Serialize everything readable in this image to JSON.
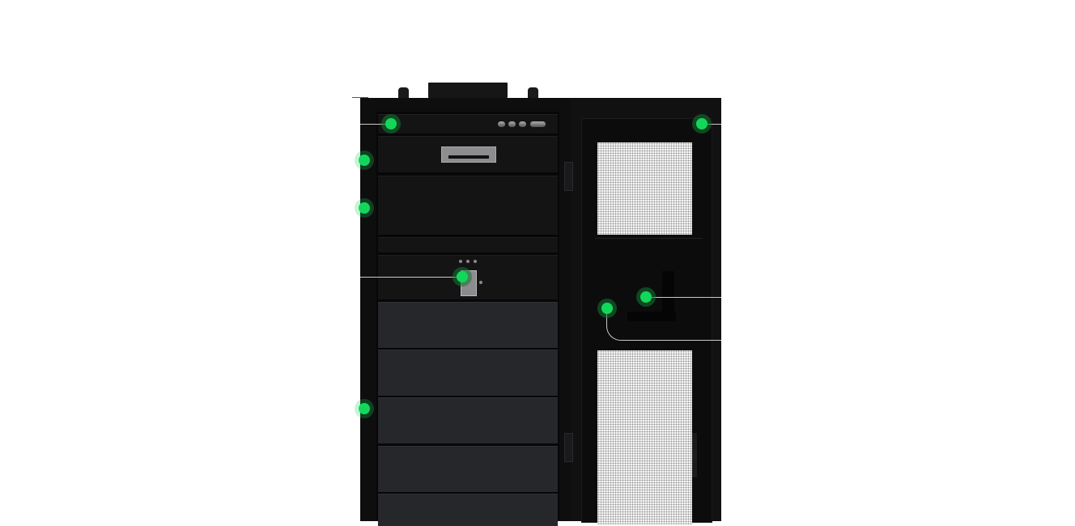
{
  "product": {
    "name": "",
    "colors": {
      "cabinet": "#0e0e0f",
      "panel": "#26272b",
      "mesh": "#f4f4f4"
    }
  },
  "hotspots": {
    "accent_color": "#12d85a",
    "items": [
      {
        "id": "control-panel",
        "icon": "hotspot-dot"
      },
      {
        "id": "breaker",
        "icon": "hotspot-dot"
      },
      {
        "id": "left-side-upper",
        "icon": "hotspot-dot"
      },
      {
        "id": "communication-port",
        "icon": "hotspot-dot"
      },
      {
        "id": "battery-modules",
        "icon": "hotspot-dot"
      },
      {
        "id": "right-door-top",
        "icon": "hotspot-dot"
      },
      {
        "id": "door-handle",
        "icon": "hotspot-dot"
      },
      {
        "id": "door-lock",
        "icon": "hotspot-dot"
      }
    ]
  }
}
